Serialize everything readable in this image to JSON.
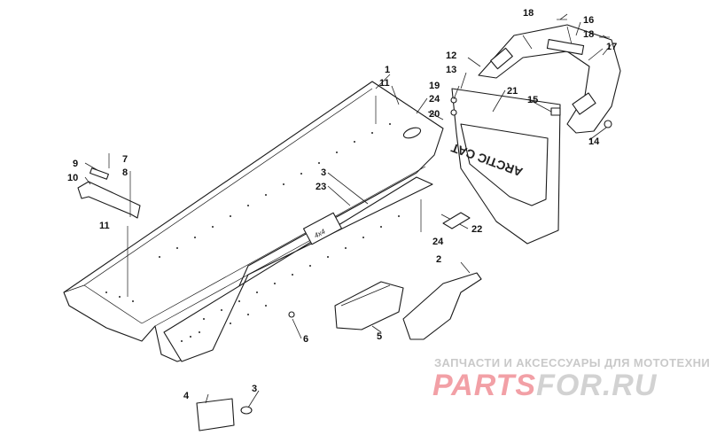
{
  "callouts": [
    {
      "id": "c1",
      "text": "1"
    },
    {
      "id": "c2",
      "text": "2"
    },
    {
      "id": "c3a",
      "text": "3"
    },
    {
      "id": "c3b",
      "text": "3"
    },
    {
      "id": "c4",
      "text": "4"
    },
    {
      "id": "c5",
      "text": "5"
    },
    {
      "id": "c6",
      "text": "6"
    },
    {
      "id": "c7",
      "text": "7"
    },
    {
      "id": "c8",
      "text": "8"
    },
    {
      "id": "c9",
      "text": "9"
    },
    {
      "id": "c10",
      "text": "10"
    },
    {
      "id": "c11a",
      "text": "11"
    },
    {
      "id": "c11b",
      "text": "11"
    },
    {
      "id": "c12",
      "text": "12"
    },
    {
      "id": "c13",
      "text": "13"
    },
    {
      "id": "c14",
      "text": "14"
    },
    {
      "id": "c15",
      "text": "15"
    },
    {
      "id": "c16",
      "text": "16"
    },
    {
      "id": "c17",
      "text": "17"
    },
    {
      "id": "c18a",
      "text": "18"
    },
    {
      "id": "c18b",
      "text": "18"
    },
    {
      "id": "c19",
      "text": "19"
    },
    {
      "id": "c20",
      "text": "20"
    },
    {
      "id": "c21",
      "text": "21"
    },
    {
      "id": "c22",
      "text": "22"
    },
    {
      "id": "c23",
      "text": "23"
    },
    {
      "id": "c24a",
      "text": "24"
    },
    {
      "id": "c24b",
      "text": "24"
    }
  ],
  "flap_text": "ARCTIC CAT",
  "watermark": {
    "tagline": "ЗАПЧАСТИ И АКСЕССУАРЫ ДЛЯ МОТОТЕХНИКИ",
    "logo_part1": "PARTS",
    "logo_part2": "FOR.RU"
  }
}
